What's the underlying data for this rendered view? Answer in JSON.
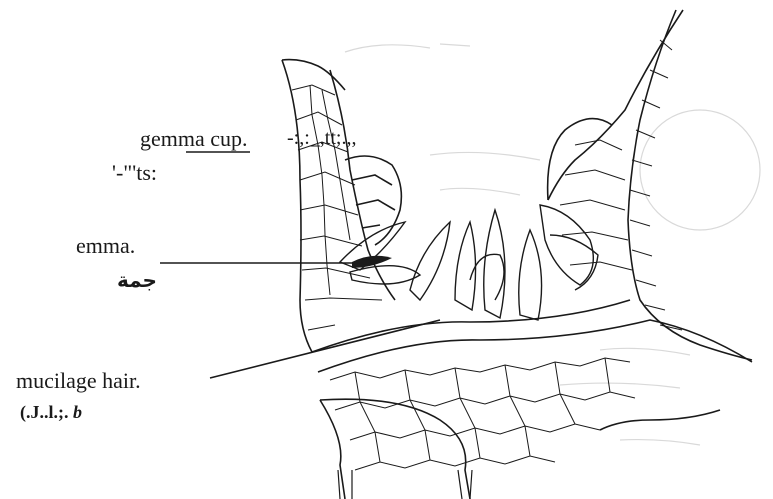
{
  "labels": {
    "gemma_cup": "gemma cup.",
    "gemma_cup_extra": "-:,:_,tt;.,,",
    "gemma_cup_sub": "'-\"'ts:",
    "gemma": "emma.",
    "gemma_ar": "جمة",
    "mucilage": "mucilage hair.",
    "mucilage_ar_a": "(.J..l.;.",
    "mucilage_ar_b": "b"
  },
  "colors": {
    "ink": "#1a1a1a",
    "faint": "#d6d6d6",
    "background": "#ffffff"
  }
}
